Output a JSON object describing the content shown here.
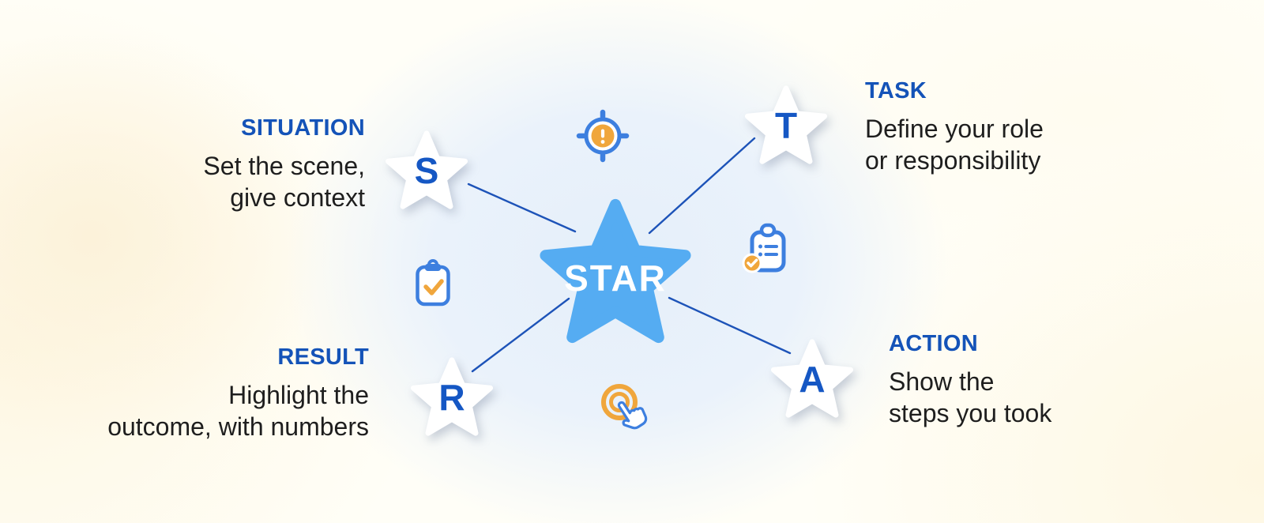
{
  "center": {
    "label": "STAR"
  },
  "nodes": [
    {
      "id": "situation",
      "letter": "S",
      "title": "SITUATION",
      "desc": [
        "Set the scene,",
        "give context"
      ]
    },
    {
      "id": "task",
      "letter": "T",
      "title": "TASK",
      "desc": [
        "Define your role",
        "or responsibility"
      ]
    },
    {
      "id": "action",
      "letter": "A",
      "title": "ACTION",
      "desc": [
        "Show the",
        "steps you took"
      ]
    },
    {
      "id": "result",
      "letter": "R",
      "title": "RESULT",
      "desc": [
        "Highlight the",
        "outcome, with numbers"
      ]
    }
  ],
  "icons": [
    {
      "name": "alert-target-icon"
    },
    {
      "name": "clipboard-check-icon"
    },
    {
      "name": "clipboard-list-icon"
    },
    {
      "name": "tap-gesture-icon"
    }
  ],
  "colors": {
    "accent": "#1453B8",
    "letter": "#1557C4",
    "text": "#1E1E1E",
    "star-fill": "#55ACF2",
    "connector": "#1D53B8",
    "icon-blue": "#3D7FDF",
    "icon-orange": "#F0A63C"
  }
}
